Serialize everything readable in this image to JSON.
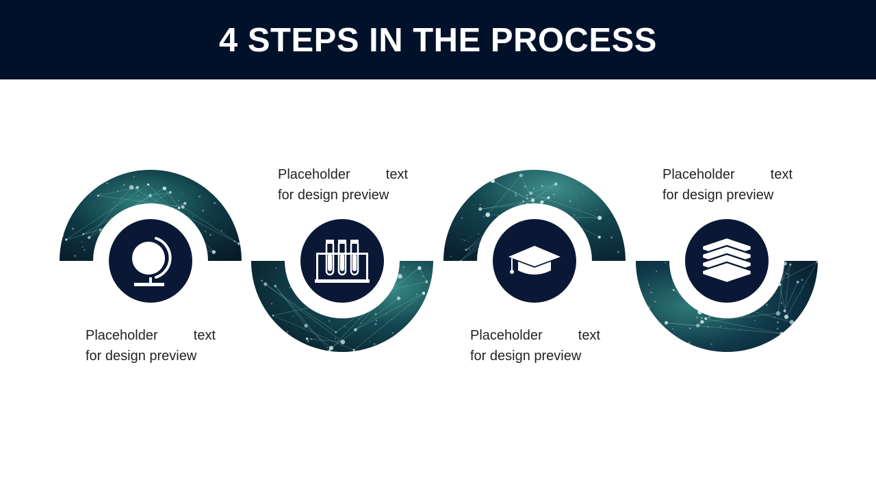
{
  "title": "4 STEPS IN THE PROCESS",
  "colors": {
    "header_bg": "#02112a",
    "circle": "#0a1836",
    "arc_dark": "#0a2a36",
    "arc_teal": "#2f7f7c"
  },
  "steps": [
    {
      "icon": "globe-icon",
      "caption_line1": "Placeholder text",
      "caption_line2": "for design preview"
    },
    {
      "icon": "test-tubes-icon",
      "caption_line1": "Placeholder text",
      "caption_line2": "for design preview"
    },
    {
      "icon": "graduation-cap-icon",
      "caption_line1": "Placeholder text",
      "caption_line2": "for design preview"
    },
    {
      "icon": "books-icon",
      "caption_line1": "Placeholder text",
      "caption_line2": "for design preview"
    }
  ]
}
